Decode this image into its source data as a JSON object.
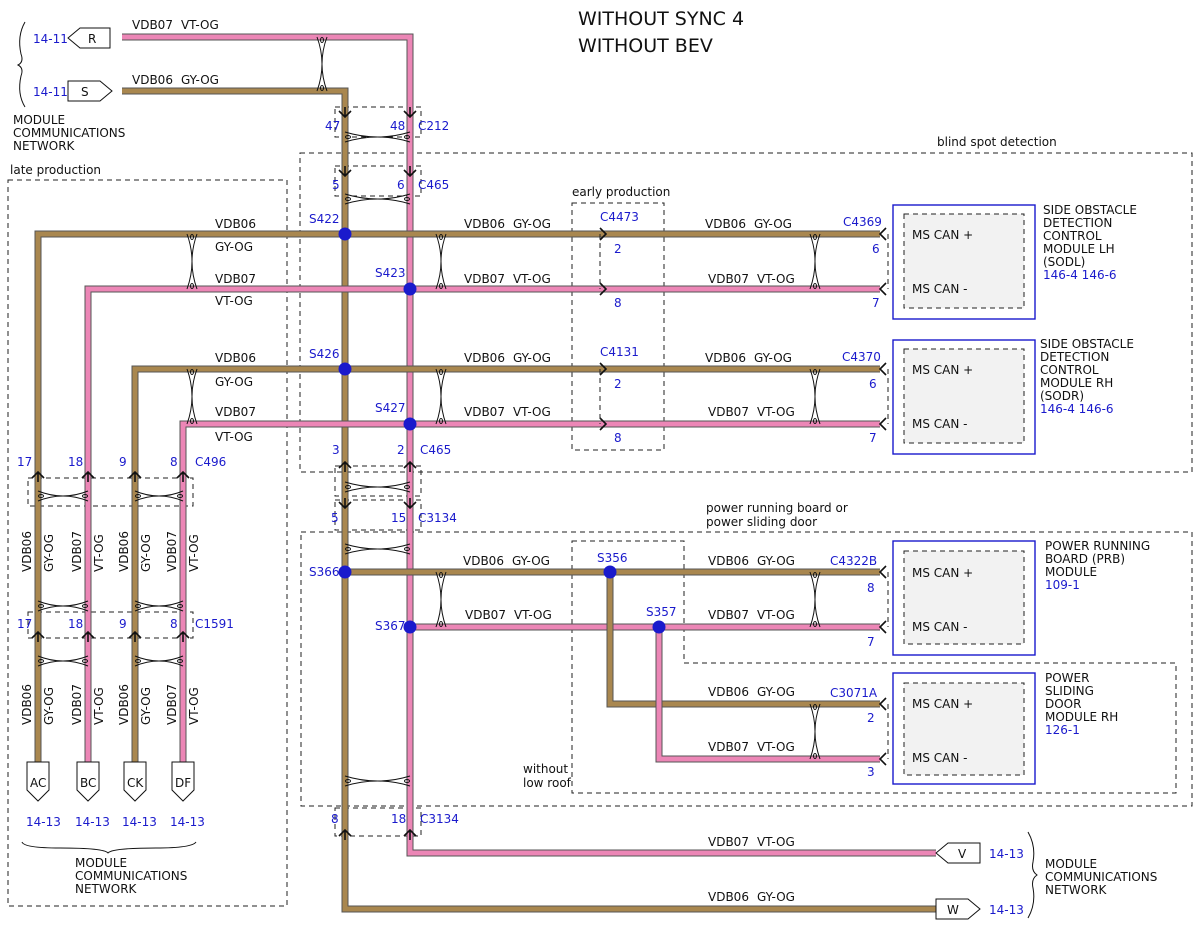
{
  "title": [
    "WITHOUT SYNC 4",
    "WITHOUT BEV"
  ],
  "wires": {
    "can_low": "VDB07",
    "can_low_color": "VT-OG",
    "can_high": "VDB06",
    "can_high_color": "GY-OG"
  },
  "networks": {
    "label": [
      "MODULE",
      "COMMUNICATIONS",
      "NETWORK"
    ],
    "top": {
      "r_connector": "R",
      "s_connector": "S",
      "page_ref": "14-11"
    },
    "bottom_left": {
      "connectors": [
        "AC",
        "BC",
        "CK",
        "DF"
      ],
      "page_ref": "14-13"
    },
    "bottom_right": {
      "v_connector": "V",
      "w_connector": "W",
      "page_ref": "14-13"
    }
  },
  "regions": {
    "late_production": "late production",
    "blind_spot": "blind spot detection",
    "early_production": "early production",
    "power_running": [
      "power running board or",
      "power sliding door"
    ],
    "without_low_roof": [
      "without",
      "low roof"
    ]
  },
  "connectors": {
    "c212": {
      "name": "C212",
      "pin_a": "47",
      "pin_b": "48"
    },
    "c465_top": {
      "name": "C465",
      "pin_a": "5",
      "pin_b": "6"
    },
    "c465_bottom": {
      "name": "C465",
      "pin_a": "3",
      "pin_b": "2"
    },
    "c3134_top": {
      "name": "C3134",
      "pin_a": "5",
      "pin_b": "15"
    },
    "c3134_bottom": {
      "name": "C3134",
      "pin_a": "8",
      "pin_b": "18"
    },
    "c496": {
      "name": "C496",
      "pins": [
        "17",
        "18",
        "9",
        "8"
      ]
    },
    "c1591": {
      "name": "C1591",
      "pins": [
        "17",
        "18",
        "9",
        "8"
      ]
    },
    "c4473": {
      "name": "C4473",
      "pin_a": "2",
      "pin_b": "8"
    },
    "c4131": {
      "name": "C4131",
      "pin_a": "2",
      "pin_b": "8"
    }
  },
  "splices": [
    "S422",
    "S423",
    "S426",
    "S427",
    "S366",
    "S367",
    "S356",
    "S357"
  ],
  "modules": [
    {
      "connector": "C4369",
      "pins": [
        "6",
        "7"
      ],
      "name": [
        "SIDE OBSTACLE",
        "DETECTION",
        "CONTROL",
        "MODULE LH",
        "(SODL)"
      ],
      "refs": "146-4 146-6",
      "can_plus": "MS CAN +",
      "can_minus": "MS CAN -"
    },
    {
      "connector": "C4370",
      "pins": [
        "6",
        "7"
      ],
      "name": [
        "SIDE OBSTACLE",
        "DETECTION",
        "CONTROL",
        "MODULE RH",
        "(SODR)"
      ],
      "refs": "146-4 146-6",
      "can_plus": "MS CAN +",
      "can_minus": "MS CAN -"
    },
    {
      "connector": "C4322B",
      "pins": [
        "8",
        "7"
      ],
      "name": [
        "POWER RUNNING",
        "BOARD (PRB)",
        "MODULE"
      ],
      "refs": "109-1",
      "can_plus": "MS CAN +",
      "can_minus": "MS CAN -"
    },
    {
      "connector": "C3071A",
      "pins": [
        "2",
        "3"
      ],
      "name": [
        "POWER",
        "SLIDING",
        "DOOR",
        "MODULE RH"
      ],
      "refs": "126-1",
      "can_plus": "MS CAN +",
      "can_minus": "MS CAN -"
    }
  ],
  "colors": {
    "vt_og": "#ec86b6",
    "gy_og": "#a9874f",
    "splice": "#1a1acc",
    "module_border": "#1a1acc"
  }
}
